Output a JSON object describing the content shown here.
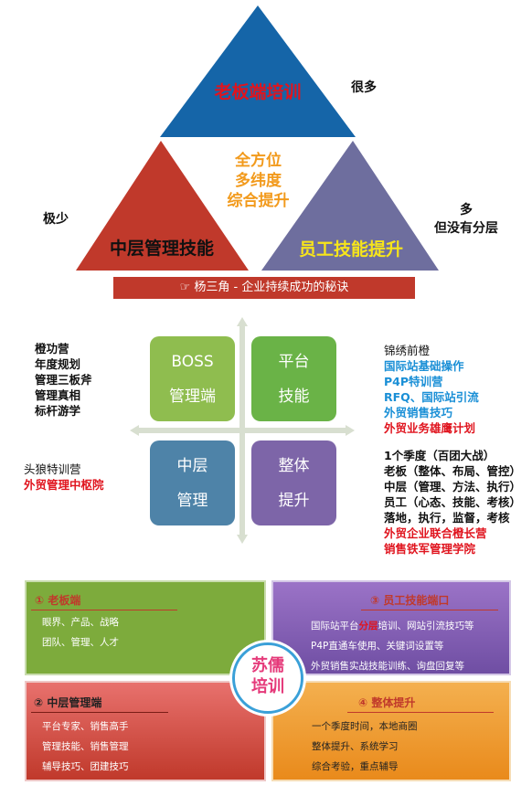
{
  "triangle": {
    "top_title": "老板端培训",
    "left_title": "中层管理技能",
    "right_title": "员工技能提升",
    "center_lines": [
      "全方位",
      "多纬度",
      "综合提升"
    ],
    "label_many": "很多",
    "label_few": "极少",
    "label_many_layer": [
      "多",
      "但没有分层"
    ],
    "banner": "☞ 杨三角 - 企业持续成功的秘诀",
    "colors": {
      "top": "#1565a8",
      "left": "#c0392b",
      "right": "#6e6e9e",
      "title_red": "#e0141e",
      "title_yellow": "#f7e51a"
    }
  },
  "quadrant": {
    "tiles": [
      {
        "lines": [
          "BOSS",
          "管理端"
        ],
        "color": "#8fbd4f"
      },
      {
        "lines": [
          "平台",
          "技能"
        ],
        "color": "#6ab347"
      },
      {
        "lines": [
          "中层",
          "管理"
        ],
        "color": "#4e83a8"
      },
      {
        "lines": [
          "整体",
          "提升"
        ],
        "color": "#7d65a8"
      }
    ],
    "left_top": [
      "橙功营",
      "年度规划",
      "管理三板斧",
      "管理真相",
      "标杆游学"
    ],
    "left_bottom": {
      "black": "头狼特训营",
      "red": "外贸管理中枢院"
    },
    "right_top": {
      "heading": "锦绣前橙",
      "blue": [
        "国际站基础操作",
        "P4P特训营",
        "RFQ、国际站引流",
        "外贸销售技巧"
      ],
      "red": "外贸业务雄鹰计划"
    },
    "right_bottom": {
      "black": [
        "1个季度（百团大战）",
        "老板（整体、布局、管控）",
        "中层（管理、方法、执行）",
        "员工（心态、技能、考核）",
        "落地，执行，监督，考核"
      ],
      "red": [
        "外贸企业联合橙长营",
        "销售铁军管理学院"
      ]
    }
  },
  "boxes": {
    "center_logo": [
      "苏儒",
      "培训"
    ],
    "boss": {
      "title": "① 老板端",
      "lines": [
        "眼界、产品、战略",
        "团队、管理、人才"
      ]
    },
    "staff": {
      "title": "③ 员工技能端口",
      "line1_pre": "国际站平台",
      "line1_hl": "分层",
      "line1_post": "培训、网站引流技巧等",
      "lines": [
        "P4P直通车使用、关键词设置等",
        "外贸销售实战技能训练、询盘回复等"
      ]
    },
    "middle": {
      "title": "② 中层管理端",
      "lines": [
        "平台专家、销售高手",
        "管理技能、销售管理",
        "辅导技巧、团建技巧"
      ]
    },
    "overall": {
      "title": "④ 整体提升",
      "lines": [
        "一个季度时间，本地商圈",
        "整体提升、系统学习",
        "综合考验，重点辅导"
      ]
    }
  }
}
